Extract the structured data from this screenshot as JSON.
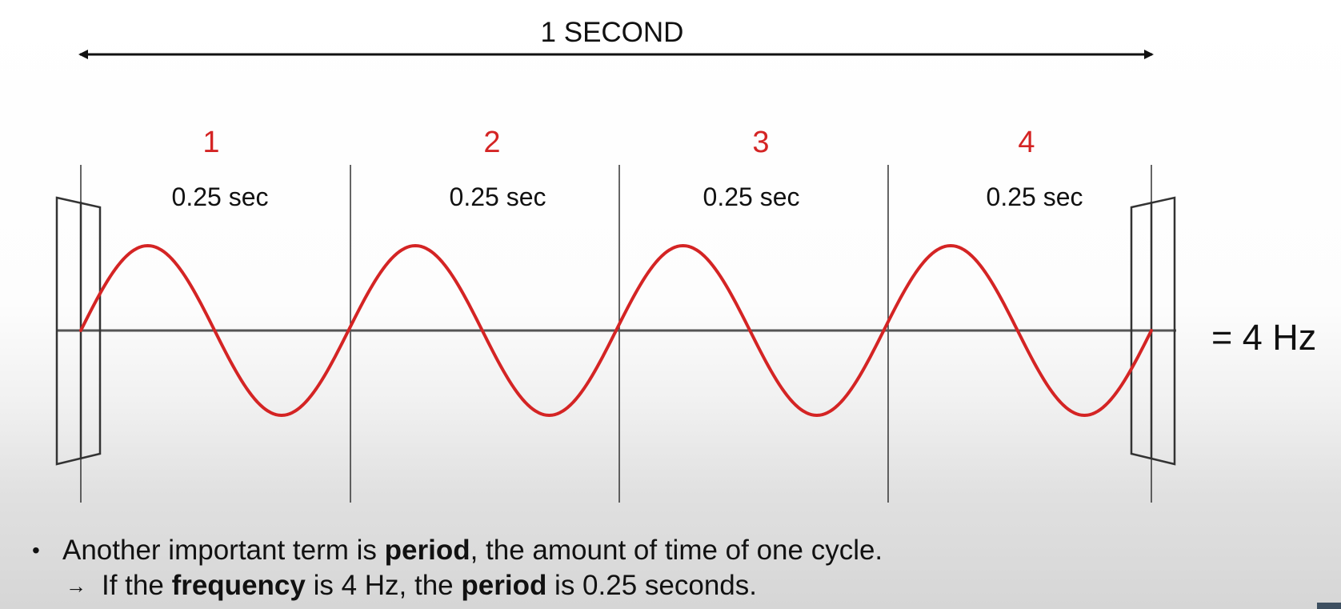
{
  "span_label": "1 SECOND",
  "cycles": [
    {
      "number": "1",
      "duration": "0.25 sec"
    },
    {
      "number": "2",
      "duration": "0.25 sec"
    },
    {
      "number": "3",
      "duration": "0.25 sec"
    },
    {
      "number": "4",
      "duration": "0.25 sec"
    }
  ],
  "result_label": "= 4 Hz",
  "colors": {
    "wave": "#d42424",
    "cycle_number": "#d42424",
    "lines": "#222222",
    "axis": "#555555"
  },
  "bullet": {
    "segments": [
      {
        "text": "Another important term is ",
        "bold": false
      },
      {
        "text": "period",
        "bold": true
      },
      {
        "text": ", the amount of time of one cycle.",
        "bold": false
      }
    ],
    "sub_segments": [
      {
        "text": "If the ",
        "bold": false
      },
      {
        "text": "frequency",
        "bold": true
      },
      {
        "text": " is 4 Hz, the ",
        "bold": false
      },
      {
        "text": "period",
        "bold": true
      },
      {
        "text": " is 0.25 seconds.",
        "bold": false
      }
    ]
  }
}
